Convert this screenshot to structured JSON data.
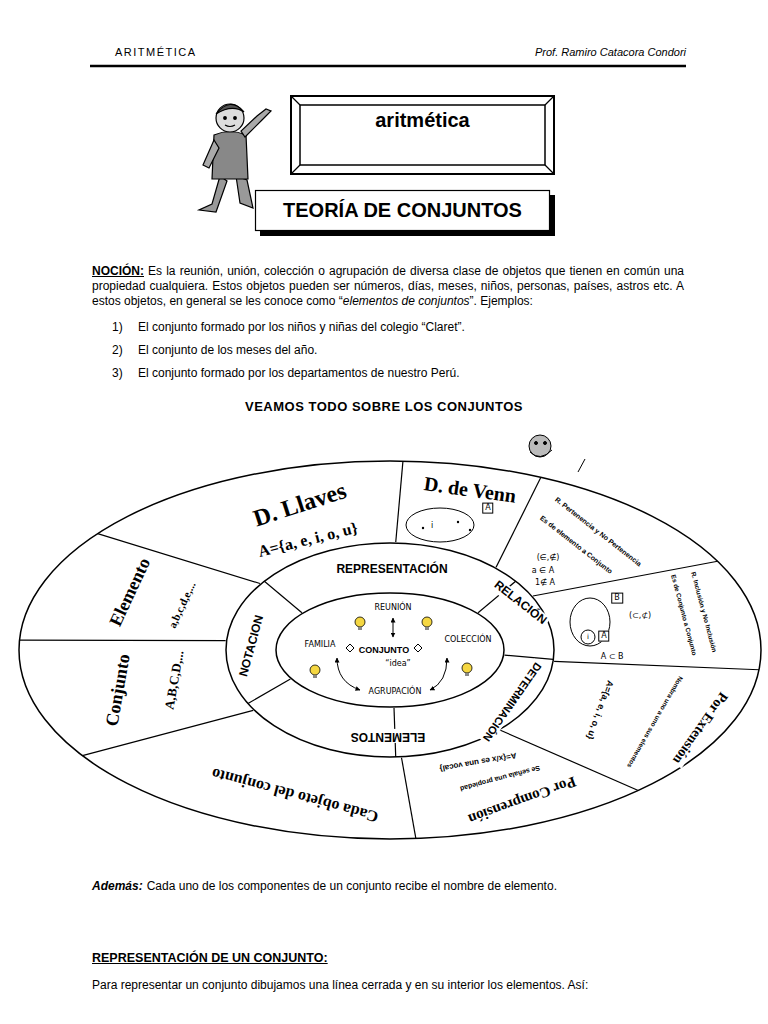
{
  "diagram": {
    "nodes": [
      {
        "text": [
          "aritmética"
        ]
      },
      {
        "text": [
          "TEORÍA DE CONJUNTOS"
        ]
      },
      {
        "text": [
          "D. Llaves",
          "A={a, e, i, o, u}",
          "D. de Venn",
          "i",
          "A",
          "R. Pertenencia y No Pertenencia",
          "Es de elemento a Conjunto",
          "(∈,∉)",
          "a ∈ A",
          "1∉ A",
          "R. Inclusión y No Inclusión",
          "Es de Conjunto a Conjunto",
          "B",
          "A",
          "i",
          "(⊂,⊄)",
          "A ⊂ B",
          "Por Extensión",
          "Nombra uno a uno sus elementos",
          "A={a, e, i, o, u}",
          "Por Comprensión",
          "Se señala una propiedad",
          "A={x/x es una vocal}",
          "Cada objeto del conjunto",
          "Conjunto",
          "A,B,C,D,...",
          "Elemento",
          "a,b,c,d,e,..."
        ]
      },
      {
        "text": [
          "REPRESENTACIÓN",
          "RELACIÓN",
          "DETERMINACIÓN",
          "ELEMENTOS",
          "NOTACION"
        ],
        "in": 2
      },
      {
        "text": [
          "REUNIÓN",
          "FAMILIA",
          "CONJUNTO",
          "COLECCIÓN",
          "“idea”",
          "AGRUPACIÓN"
        ],
        "in": 3
      }
    ],
    "labels": [
      "ARITMÉTICA",
      "Prof. Ramiro Catacora Condori",
      "NOCIÓN:",
      "Es la reunión, unión, colección o agrupación de  diversa clase de objetos que tienen en común una propiedad cualquiera. Estos objetos pueden ser números, días, meses, niños, personas, países, astros etc. A estos objetos, en general se les conoce como “",
      "elementos de conjuntos",
      "”. Ejemplos:",
      "1)",
      "El conjunto formado por los niños y niñas del colegio “Claret”.",
      "2)",
      "El conjunto de los meses del año.",
      "3)",
      "El conjunto formado por los departamentos de nuestro Perú.",
      "VEAMOS TODO SOBRE LOS CONJUNTOS",
      "Además:",
      "Cada uno de los componentes de un conjunto recibe el nombre de elemento.",
      "REPRESENTACIÓN DE UN CONJUNTO:",
      "Para representar un conjunto dibujamos una línea cerrada y en su interior los elementos. Así:"
    ]
  }
}
